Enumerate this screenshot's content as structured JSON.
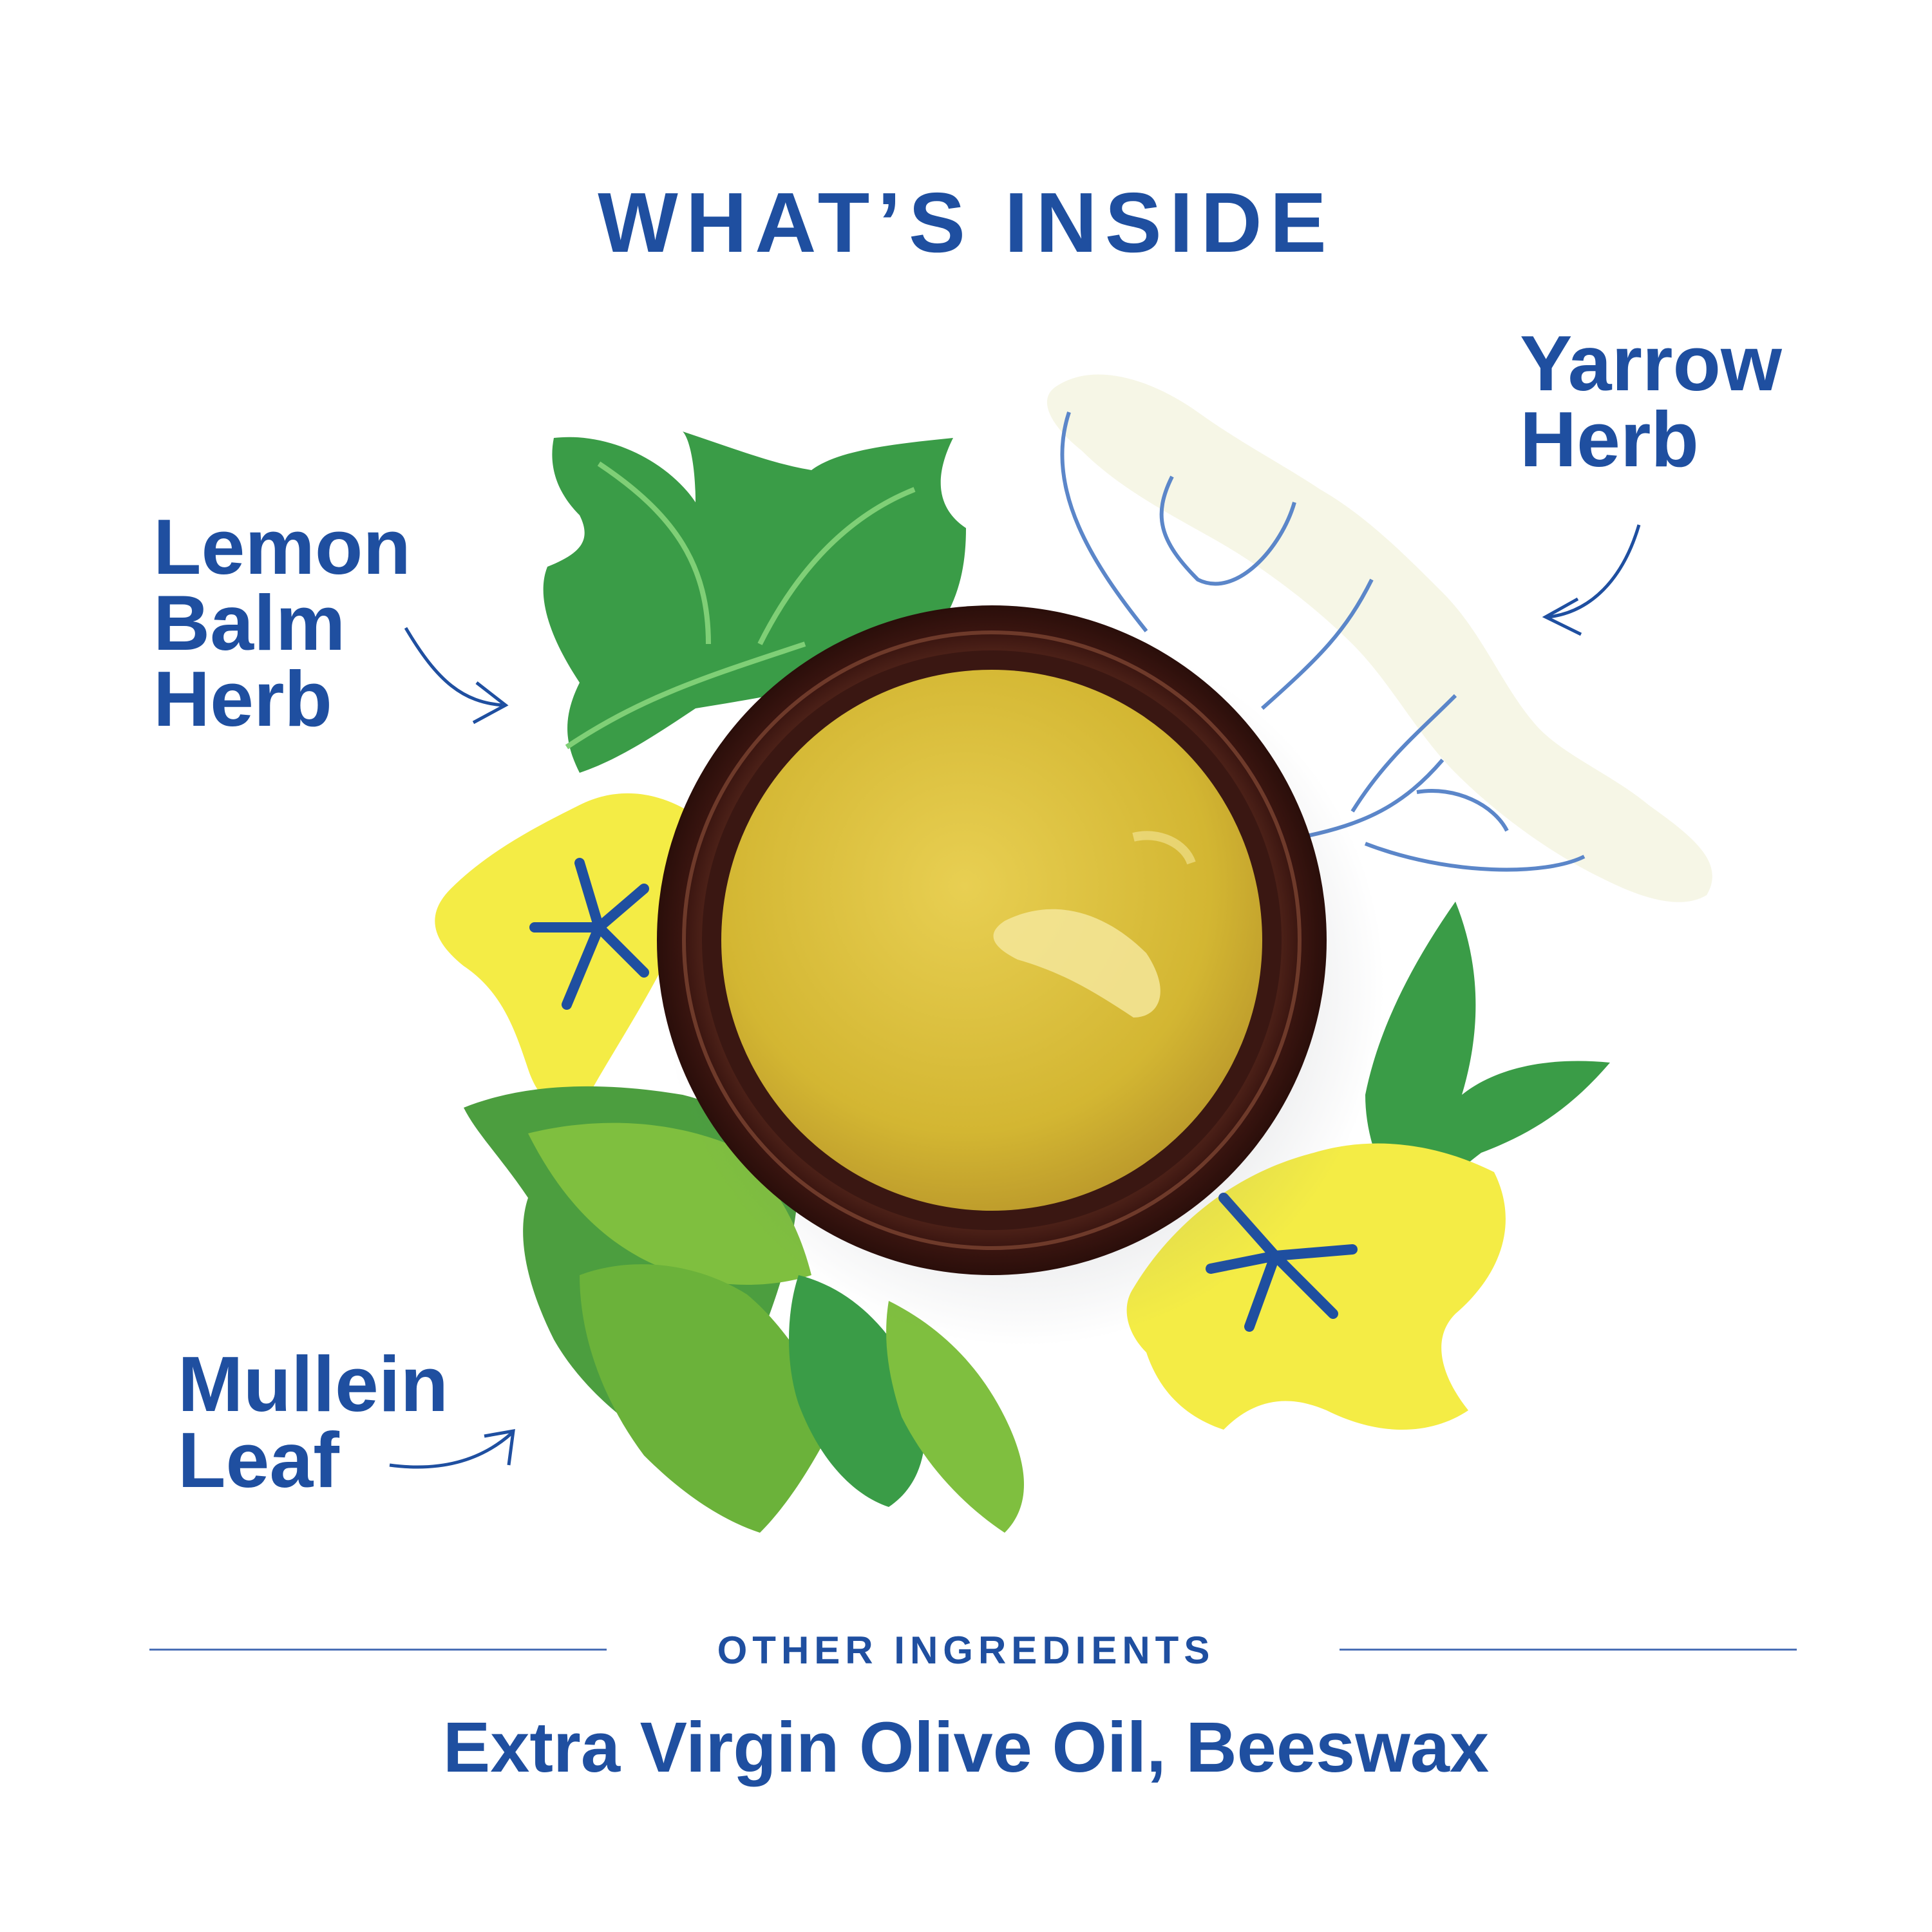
{
  "title": "WHAT’S INSIDE",
  "herbs": {
    "lemon_balm": [
      "Lemon",
      "Balm",
      "Herb"
    ],
    "yarrow": [
      "Yarrow",
      "Herb"
    ],
    "mullein": [
      "Mullein",
      "Leaf"
    ]
  },
  "other": {
    "heading": "OTHER INGREDIENTS",
    "list": "Extra Virgin Olive Oil, Beeswax"
  },
  "colors": {
    "brand_blue": "#1f4fa0",
    "leaf_green": "#3a9c47",
    "light_green": "#7fbf3f",
    "flower_yellow": "#f4ec45",
    "jar_brown": "#4a2018",
    "balm_yellow": "#d6b836"
  }
}
